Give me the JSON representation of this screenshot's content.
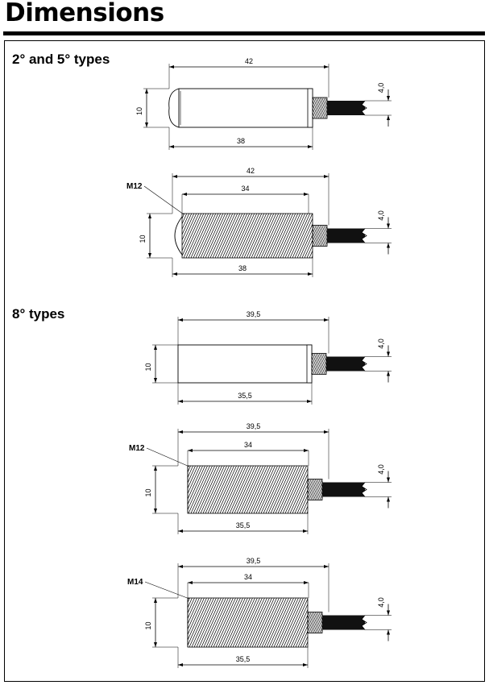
{
  "page": {
    "title": "Dimensions"
  },
  "sections": [
    {
      "heading": "2° and 5° types",
      "drawings": [
        {
          "overall": "42",
          "body": "38",
          "diameter": "10",
          "cable": "4,0"
        },
        {
          "thread": "M12",
          "overall": "42",
          "threaded": "34",
          "body": "38",
          "diameter": "10",
          "cable": "4,0"
        }
      ]
    },
    {
      "heading": "8° types",
      "drawings": [
        {
          "overall": "39,5",
          "body": "35,5",
          "diameter": "10",
          "cable": "4,0"
        },
        {
          "thread": "M12",
          "overall": "39,5",
          "threaded": "34",
          "body": "35,5",
          "diameter": "10",
          "cable": "4,0"
        },
        {
          "thread": "M14",
          "overall": "39,5",
          "threaded": "34",
          "body": "35,5",
          "diameter": "10",
          "cable": "4,0"
        }
      ]
    }
  ]
}
